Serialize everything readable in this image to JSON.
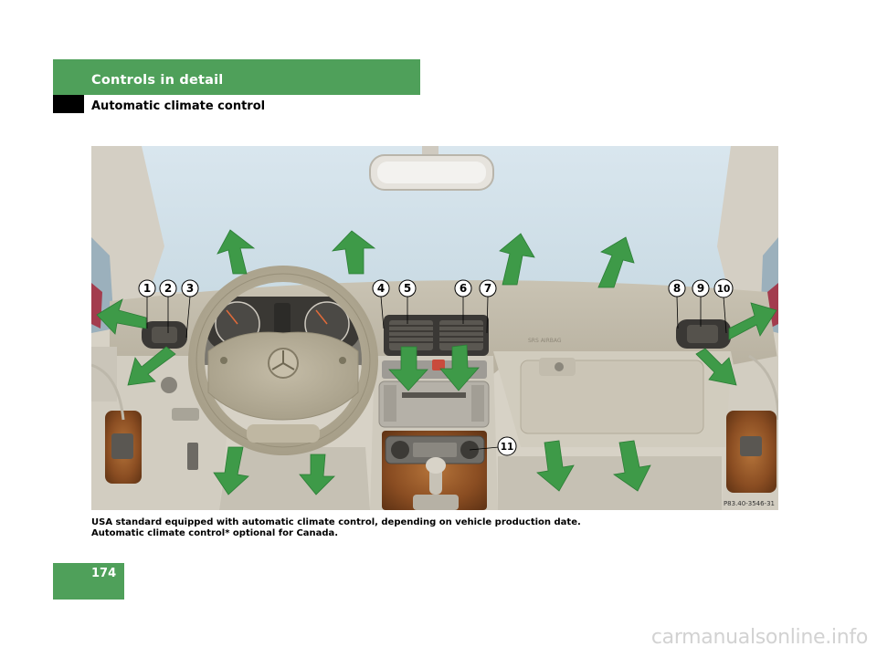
{
  "header": {
    "chapter": "Controls in detail",
    "section": "Automatic climate control",
    "accent_color": "#4fa05a"
  },
  "figure": {
    "image_code": "P83.40-3546-31",
    "callouts": [
      "1",
      "2",
      "3",
      "4",
      "5",
      "6",
      "7",
      "8",
      "9",
      "10",
      "11"
    ],
    "airflow_arrow_color": "#3e9a48"
  },
  "caption": {
    "line1": "USA standard equipped with automatic climate control, depending on vehicle production date.",
    "line2": "Automatic climate control* optional for Canada."
  },
  "page": {
    "number": "174"
  },
  "watermark": {
    "text": "carmanualsonline.info"
  }
}
